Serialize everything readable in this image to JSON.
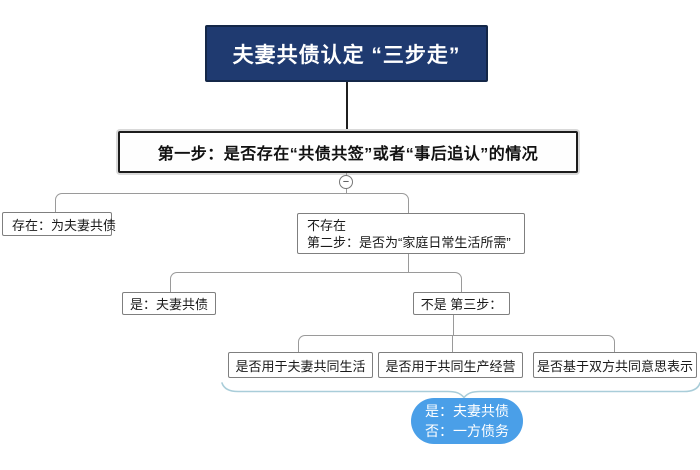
{
  "root": {
    "label": "夫妻共债认定 “三步走”"
  },
  "step1": {
    "label": "第一步：是否存在“共债共签”或者“事后追认”的情况"
  },
  "step1_branches": {
    "exist": {
      "label": "存在：为夫妻共债"
    },
    "not_exist": {
      "line1": "不存在",
      "line2": "第二步：是否为“家庭日常生活所需”"
    }
  },
  "step2_branches": {
    "yes": {
      "label": "是：夫妻共债"
    },
    "no": {
      "label": "不是 第三步："
    }
  },
  "step3": {
    "criteria": [
      "是否用于夫妻共同生活",
      "是否用于共同生产经营",
      "是否基于双方共同意思表示"
    ]
  },
  "result": {
    "line1": "是：夫妻共债",
    "line2": "否：一方债务"
  },
  "icons": {
    "collapse": "−"
  },
  "colors": {
    "root_bg": "#1f3a70",
    "root_border": "#142748",
    "node_border": "#7f7f7f",
    "connector": "#9a9a9a",
    "brace": "#a9cdd9",
    "result_bg": "#4a9fe8"
  }
}
